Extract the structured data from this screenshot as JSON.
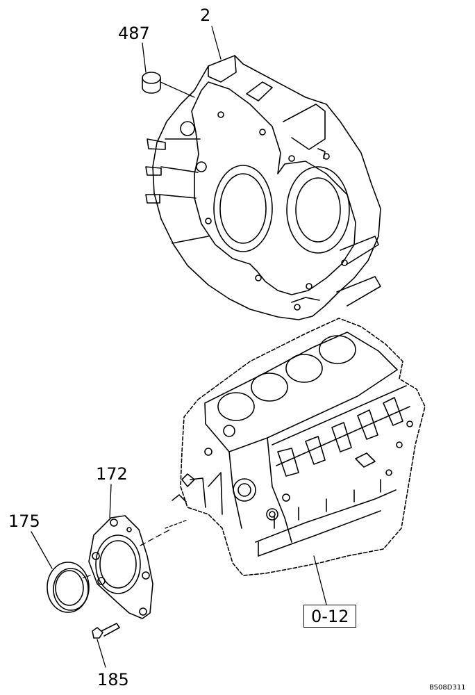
{
  "callouts": {
    "p2": "2",
    "p487": "487",
    "p172": "172",
    "p175": "175",
    "p185": "185"
  },
  "reference_box": "0-12",
  "drawing_code": "BS08D311",
  "line_color": "#000000",
  "background": "#ffffff"
}
